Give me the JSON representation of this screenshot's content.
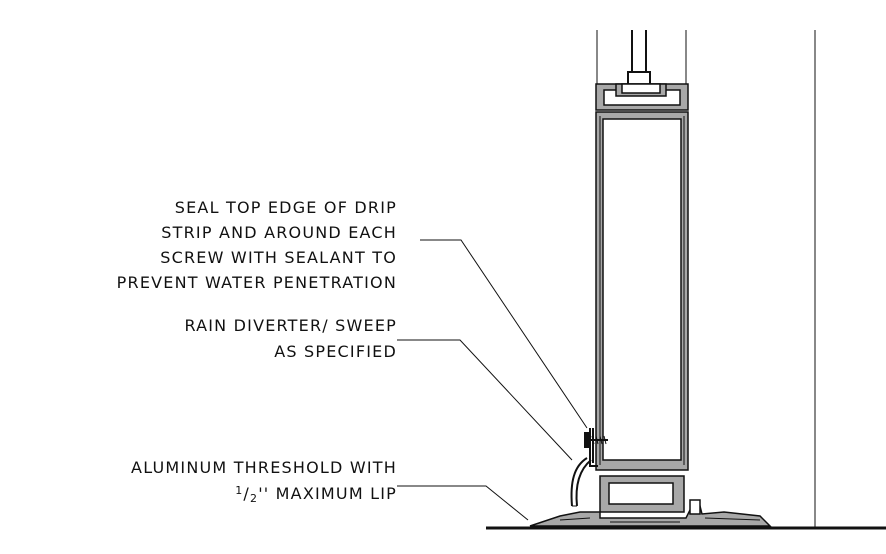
{
  "annotations": {
    "seal_note": {
      "lines": [
        "SEAL TOP EDGE OF DRIP",
        "STRIP AND AROUND EACH",
        "SCREW WITH SEALANT TO",
        "PREVENT WATER PENETRATION"
      ]
    },
    "rain_note": {
      "lines": [
        "RAIN DIVERTER/ SWEEP",
        "AS SPECIFIED"
      ]
    },
    "threshold_note": {
      "line1": "ALUMINUM THRESHOLD WITH",
      "fraction_numerator": "1",
      "fraction_denominator": "2",
      "line2_suffix": "'' MAXIMUM LIP"
    }
  },
  "colors": {
    "line": "#111111",
    "fill_gray": "#a8a8a8",
    "background": "#ffffff"
  }
}
